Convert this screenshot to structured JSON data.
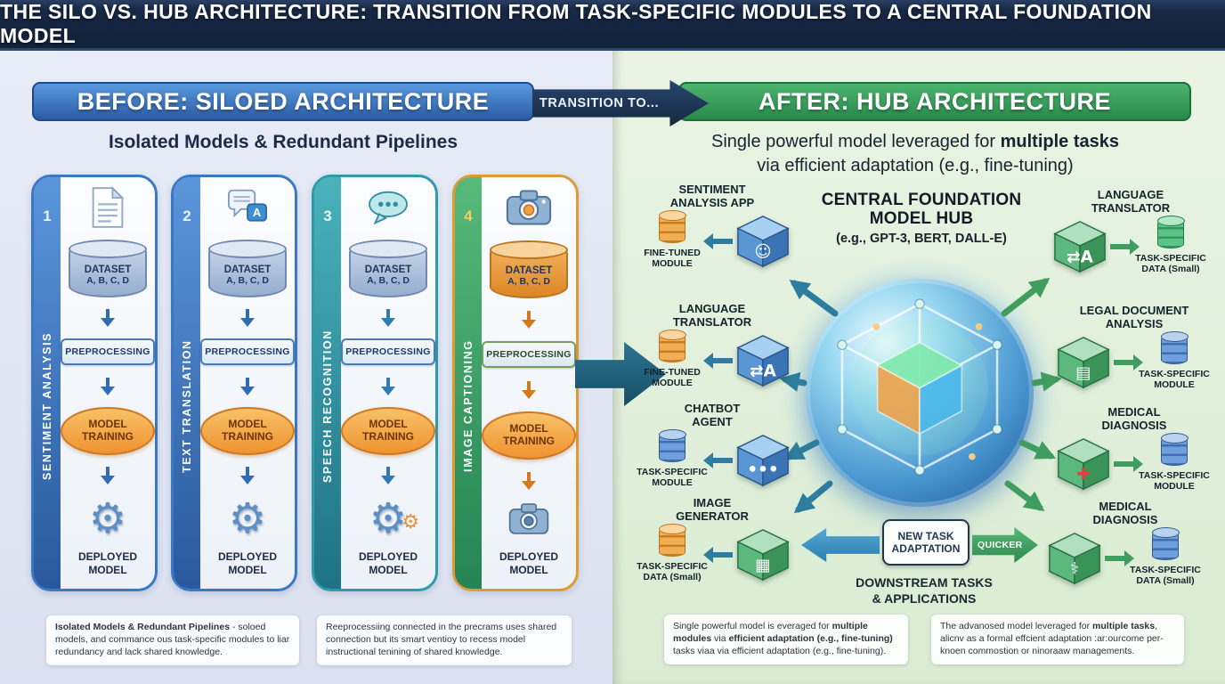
{
  "palette": {
    "banner-navy": "#13223b",
    "before-blue": "#2f6cb4",
    "after-green": "#2f8a4e",
    "transition-navy": "#16293f",
    "arrow-teal": "#2e7d9e",
    "arrow-green": "#3f9d5f",
    "accent-orange": "#ef9330",
    "left-bg": "#dbe1f0",
    "right-bg": "#d9ecd3"
  },
  "banner": {
    "title": "THE SILO VS. HUB ARCHITECTURE: TRANSITION FROM TASK-SPECIFIC MODULES TO A CENTRAL FOUNDATION MODEL"
  },
  "before": {
    "header": "BEFORE: SILOED ARCHITECTURE",
    "subtitle": "Isolated Models & Redundant Pipelines",
    "pipelines": [
      {
        "number": "1",
        "label": "SENTIMENT ANALYSIS",
        "icon": "document-icon",
        "dataset": [
          "DATASET",
          "A, B, C, D"
        ],
        "preprocessing": "PREPROCESSING",
        "training": [
          "MODEL",
          "TRAINING"
        ],
        "deployed": [
          "DEPLOYED",
          "MODEL"
        ]
      },
      {
        "number": "2",
        "label": "TEXT TRANSLATION",
        "icon": "translate-chat-icon",
        "dataset": [
          "DATASET",
          "A, B, C, D"
        ],
        "preprocessing": "PREPROCESSING",
        "training": [
          "MODEL",
          "TRAINING"
        ],
        "deployed": [
          "DEPLOYED",
          "MODEL"
        ]
      },
      {
        "number": "3",
        "label": "SPEECH RECOGNITION",
        "icon": "speech-bubble-icon",
        "dataset": [
          "DATASET",
          "A, B, C, D"
        ],
        "preprocessing": "PREPROCESSING",
        "training": [
          "MODEL",
          "TRAINING"
        ],
        "deployed": [
          "DEPLOYED",
          "MODEL"
        ]
      },
      {
        "number": "4",
        "label": "IMAGE CAPTIONING",
        "icon": "camera-icon",
        "dataset": [
          "DATASET",
          "A, B, C, D"
        ],
        "preprocessing": "PREPROCESSING",
        "training": [
          "MODEL",
          "TRAINING"
        ],
        "deployed": [
          "DEPLOYED",
          "MODEL"
        ]
      }
    ],
    "footnotes": [
      {
        "segments": [
          {
            "t": "Isolated Models & Redundant Pipelines",
            "b": true
          },
          {
            "t": " - soloed models, and commance ous task-specific modules to liar redundancy and lack shared knowledge.",
            "b": false
          }
        ]
      },
      {
        "segments": [
          {
            "t": "Reeprocessiing connected in the precrams uses shared connection but its smart ventioy to recess model instructional tenining of shared knowledge.",
            "b": false
          }
        ]
      }
    ]
  },
  "transition": {
    "label": "TRANSITION TO..."
  },
  "after": {
    "header": "AFTER: HUB ARCHITECTURE",
    "subtitle_line1": [
      {
        "t": "Single powerful model leveraged for ",
        "b": false
      },
      {
        "t": "multiple tasks",
        "b": true
      }
    ],
    "subtitle_line2": "via efficient adaptation (e.g., fine-tuning)",
    "hub": {
      "title": [
        "CENTRAL FOUNDATION",
        "MODEL HUB"
      ],
      "subtitle": "(e.g., GPT-3, BERT, DALL-E)"
    },
    "left_satellites": [
      {
        "title": [
          "SENTIMENT",
          "ANALYSIS APP"
        ],
        "module": [
          "FINE-TUNED",
          "MODULE"
        ],
        "icon": "sentiment-cube-icon",
        "glyph": "☺",
        "db_color": "orange"
      },
      {
        "title": [
          "LANGUAGE",
          "TRANSLATOR"
        ],
        "module": [
          "FINE-TUNED",
          "MODULE"
        ],
        "icon": "translate-cube-icon",
        "glyph": "⇄A",
        "db_color": "orange"
      },
      {
        "title": [
          "CHATBOT",
          "AGENT"
        ],
        "module": [
          "TASK-SPECIFIC",
          "MODULE"
        ],
        "icon": "chatbot-cube-icon",
        "glyph": "•••",
        "db_color": "blue"
      },
      {
        "title": [
          "IMAGE",
          "GENERATOR"
        ],
        "module": [
          "TASK-SPECIFIC",
          "DATA (Small)"
        ],
        "icon": "image-generator-cube-icon",
        "glyph": "▦",
        "db_color": "orange"
      }
    ],
    "right_satellites": [
      {
        "title": [
          "LANGUAGE",
          "TRANSLATOR"
        ],
        "module": [
          "TASK-SPECIFIC",
          "DATA (Small)"
        ],
        "icon": "translate-cube-icon",
        "glyph": "⇄A",
        "db_color": "green"
      },
      {
        "title": [
          "LEGAL DOCUMENT",
          "ANALYSIS"
        ],
        "module": [
          "TASK-SPECIFIC",
          "MODULE"
        ],
        "icon": "legal-document-cube-icon",
        "glyph": "▤",
        "db_color": "blue"
      },
      {
        "title": [
          "MEDICAL",
          "DIAGNOSIS"
        ],
        "module": [
          "TASK-SPECIFIC",
          "MODULE"
        ],
        "icon": "medical-cross-cube-icon",
        "glyph": "✚",
        "db_color": "blue"
      },
      {
        "title": [
          "MEDICAL",
          "DIAGNOSIS"
        ],
        "module": [
          "TASK-SPECIFIC",
          "DATA (Small)"
        ],
        "icon": "medical-doc-cube-icon",
        "glyph": "⚕",
        "db_color": "blue"
      }
    ],
    "new_task": {
      "label": [
        "NEW TASK",
        "ADAPTATION"
      ],
      "quicker": "QUICKER"
    },
    "downstream": [
      "DOWNSTREAM TASKS",
      "& APPLICATIONS"
    ],
    "footnotes": [
      {
        "segments": [
          {
            "t": "Single powerful model is everaged for ",
            "b": false
          },
          {
            "t": "multiple modules",
            "b": true
          },
          {
            "t": " via ",
            "b": false
          },
          {
            "t": "efficient adaptation (e.g., fine-tuning)",
            "b": true
          },
          {
            "t": " tasks viaa via efficient adaptation (e.g., fine-tuning).",
            "b": false
          }
        ]
      },
      {
        "segments": [
          {
            "t": "The advanosed model leveraged for ",
            "b": false
          },
          {
            "t": "multiple tasks",
            "b": true
          },
          {
            "t": ", alicnv as a formal effcient adaptation :ar:ourcome per-knoen commostion or ninoraaw managements.",
            "b": false
          }
        ]
      }
    ]
  }
}
